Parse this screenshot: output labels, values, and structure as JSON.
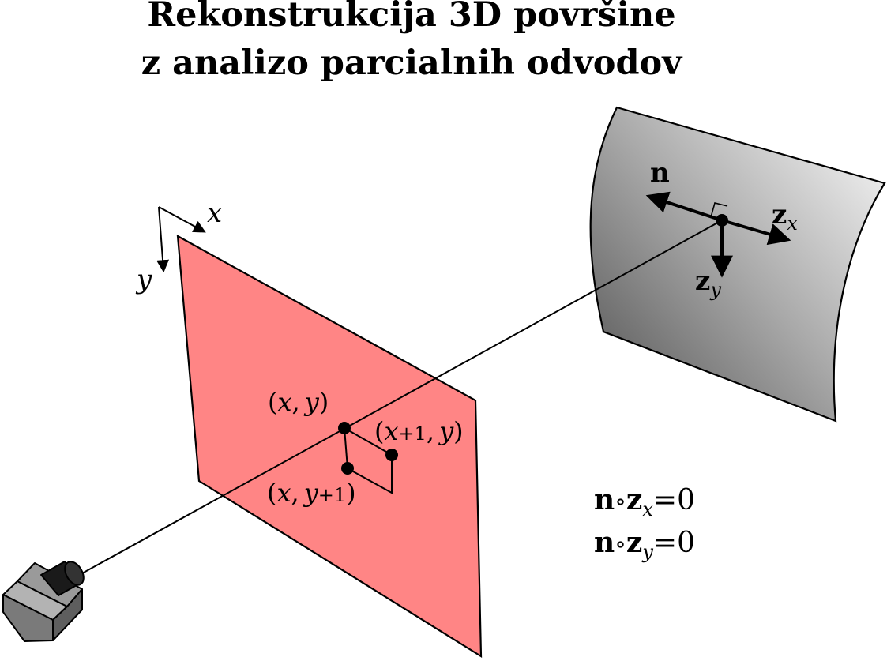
{
  "title": {
    "line1": "Rekonstrukcija 3D površine",
    "line2": "z analizo parcialnih odvodov"
  },
  "axes": {
    "x_label": "x",
    "y_label": "y"
  },
  "image_plane": {
    "color": "#ff8585",
    "points": {
      "p0": {
        "text": "(x,y)",
        "it1": "x",
        "sep": ",",
        "it2": "y",
        "open": "(",
        "close": ")"
      },
      "p1": {
        "open": "(",
        "it1": "x",
        "plus": "+1",
        "sep": ",",
        "it2": "y",
        "close": ")"
      },
      "p2": {
        "open": "(",
        "it1": "x",
        "sep": ",",
        "it2": "y",
        "plus": "+1",
        "close": ")"
      }
    }
  },
  "surface": {
    "normal_label": "n",
    "zx_bold": "z",
    "zx_sub": "x",
    "zy_bold": "z",
    "zy_sub": "y"
  },
  "equations": {
    "eq1": {
      "n": "n",
      "op": "∘",
      "z": "z",
      "sub": "x",
      "rhs": "=0"
    },
    "eq2": {
      "n": "n",
      "op": "∘",
      "z": "z",
      "sub": "y",
      "rhs": "=0"
    }
  },
  "camera": {
    "icon": "camera-icon"
  }
}
